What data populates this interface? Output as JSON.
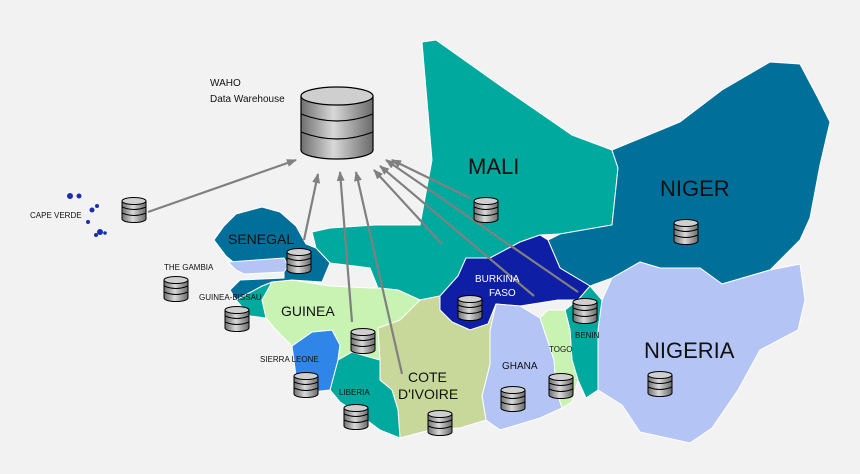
{
  "warehouse": {
    "line1": "WAHO",
    "line2": "Data Warehouse"
  },
  "countries": {
    "mali": "MALI",
    "niger": "NIGER",
    "nigeria": "NIGERIA",
    "senegal": "SENEGAL",
    "gambia": "THE GAMBIA",
    "guinea_bissau": "GUINEA-BISSAU",
    "guinea": "GUINEA",
    "sierra_leone": "SIERRA LEONE",
    "liberia": "LIBERIA",
    "cote_divoire_1": "COTE",
    "cote_divoire_2": "D'IVOIRE",
    "burkina_1": "BURKINA",
    "burkina_2": "FASO",
    "ghana": "GHANA",
    "togo": "TOGO",
    "benin": "BENIN",
    "cape_verde": "CAPE VERDE"
  },
  "colors": {
    "mali": "#00a99d",
    "niger": "#00709a",
    "nigeria": "#b4c4f5",
    "senegal": "#00709a",
    "gambia": "#b4c4f5",
    "guinea_bissau": "#00a99d",
    "guinea": "#c9f3b2",
    "sierra_leone": "#2f86e8",
    "liberia": "#00a99d",
    "cote_divoire": "#c8d79a",
    "burkina": "#0e1ea5",
    "ghana": "#b4c4f5",
    "togo": "#c9f3b2",
    "benin": "#00a99d",
    "cape_verde": "#1a2fb0",
    "arrow": "#808080",
    "database": "#9a9a9a"
  }
}
